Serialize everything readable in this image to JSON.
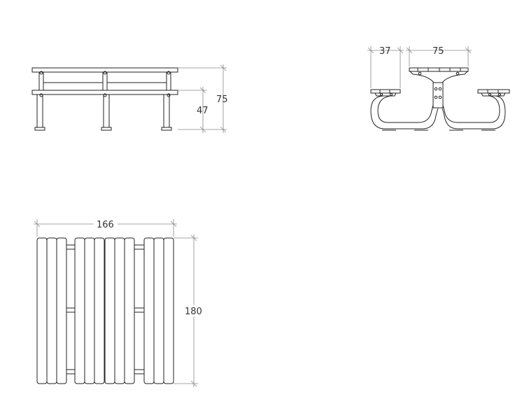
{
  "dimensions": {
    "front_total_height": "75",
    "front_seat_height": "47",
    "side_seat_depth": "37",
    "side_table_depth": "75",
    "top_width": "166",
    "top_length": "180"
  }
}
